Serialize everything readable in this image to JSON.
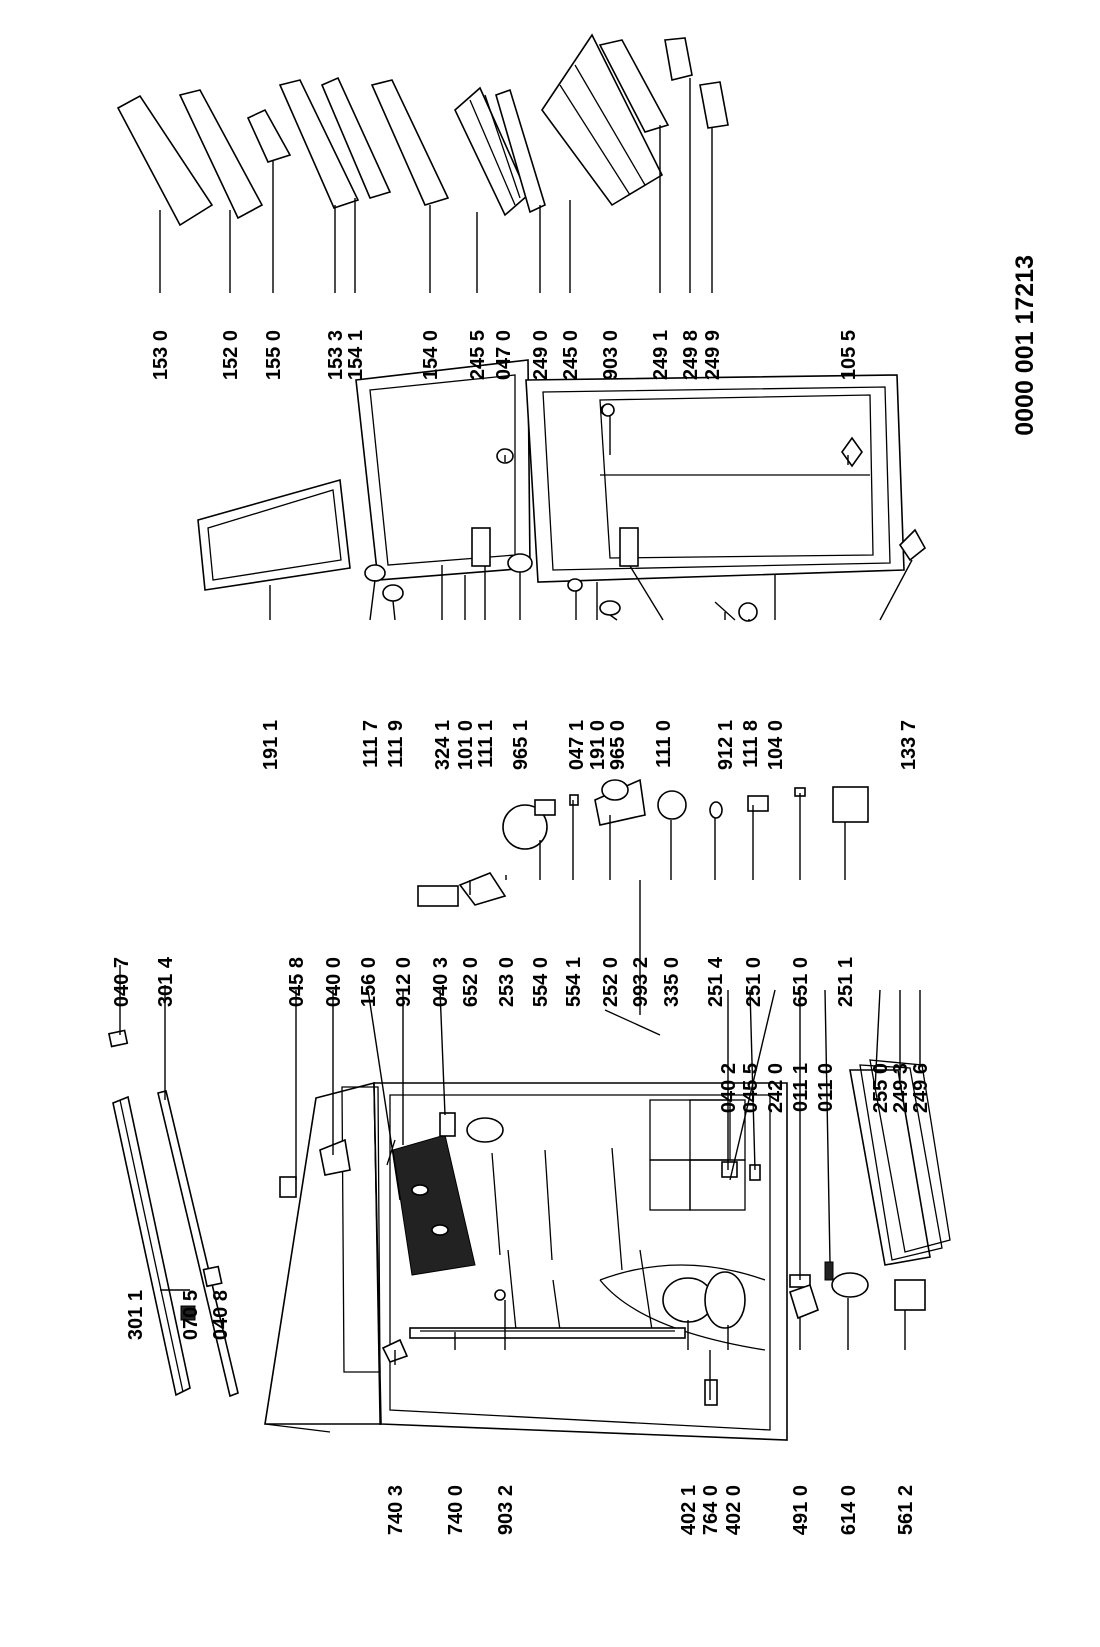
{
  "document_number": "0000 001 17213",
  "labels": {
    "p3011": "301 1",
    "p0705": "070 5",
    "p0408": "040 8",
    "p0407": "040 7",
    "p3014": "301 4",
    "p0458": "045 8",
    "p0400": "040 0",
    "p1560": "156 0",
    "p9120": "912 0",
    "p0403": "040 3",
    "p6520": "652 0",
    "p2530": "253 0",
    "p5540": "554 0",
    "p5541": "554 1",
    "p2520": "252 0",
    "p9932": "993 2",
    "p3350": "335 0",
    "p2514": "251 4",
    "p0402": "040 2",
    "p0455": "045 5",
    "p2420": "242 0",
    "p0111": "011 1",
    "p0110": "011 0",
    "p2510": "251 0",
    "p6510": "651 0",
    "p2511": "251 1",
    "p2550": "255 0",
    "p2493": "249 3",
    "p2496": "249 6",
    "p7403": "740 3",
    "p7400": "740 0",
    "p9032": "903 2",
    "p4021": "402 1",
    "p7640": "764 0",
    "p4020": "402 0",
    "p4910": "491 0",
    "p6140": "614 0",
    "p5612": "561 2",
    "p1911": "191 1",
    "p1117": "111 7",
    "p1119": "111 9",
    "p3241": "324 1",
    "p1010": "101 0",
    "p1111": "111 1",
    "p9651": "965 1",
    "p0471": "047 1",
    "p1910": "191 0",
    "p9650": "965 0",
    "p1110": "111 0",
    "p9121": "912 1",
    "p1118": "111 8",
    "p1040": "104 0",
    "p1337": "133 7",
    "p1530": "153 0",
    "p1520": "152 0",
    "p1550": "155 0",
    "p1533": "153 3",
    "p1541": "154 1",
    "p1540": "154 0",
    "p2455": "245 5",
    "p0470": "047 0",
    "p2490": "249 0",
    "p2450": "245 0",
    "p9030": "903 0",
    "p2491": "249 1",
    "p2498": "249 8",
    "p2499": "249 9",
    "p1055": "105 5"
  }
}
